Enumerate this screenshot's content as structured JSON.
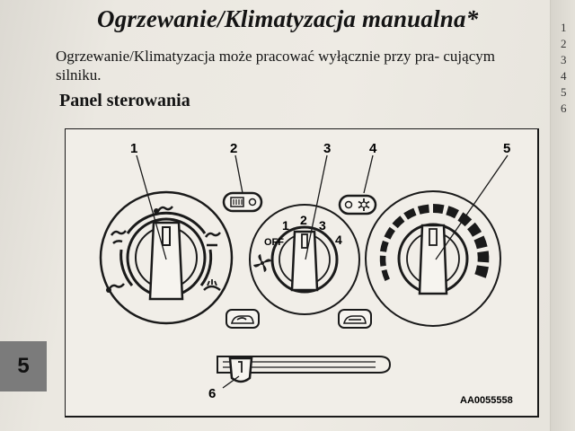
{
  "header": {
    "title": "Ogrzewanie/Klimatyzacja manualna*",
    "intro": "Ogrzewanie/Klimatyzacja może pracować wyłącznie przy pra- cującym silniku.",
    "section_title": "Panel sterowania"
  },
  "chapter_tab": "5",
  "right_page_numbers": [
    "1",
    "2",
    "3",
    "4",
    "5",
    "6"
  ],
  "diagram": {
    "callouts": [
      "1",
      "2",
      "3",
      "4",
      "5",
      "6"
    ],
    "fan_speed_labels": [
      "OFF",
      "1",
      "2",
      "3",
      "4"
    ],
    "figure_code": "AA0055558"
  },
  "icons": {
    "rear_defroster_button": "rear-window-heater-icon",
    "recirculation_button": "snowflake-icon",
    "fresh_air_lever_left": "outside-air-icon",
    "recirculation_lever_right": "recirculation-air-icon",
    "fan": "fan-icon",
    "face_mode": "face-vent-icon",
    "face_foot_mode": "face-foot-vent-icon",
    "foot_mode": "foot-vent-icon",
    "foot_defrost_mode": "foot-defrost-icon",
    "defrost_mode": "windshield-defrost-icon"
  },
  "colors": {
    "paper": "#ebe8e1",
    "ink": "#141414",
    "chapter_tab": "#7b7b7b"
  }
}
